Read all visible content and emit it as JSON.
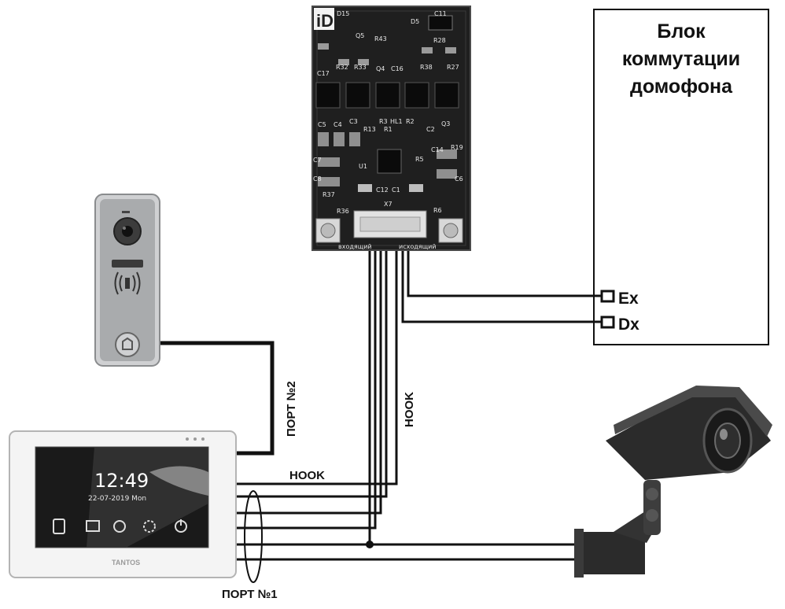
{
  "switch_block": {
    "title_lines": [
      "Блок",
      "коммутации",
      "домофона"
    ],
    "terminals": [
      "Ex",
      "Dx"
    ]
  },
  "module": {
    "logo": "iD",
    "connector": "X7",
    "port_labels": [
      "входящий",
      "исходящий"
    ],
    "component_labels": [
      "D15",
      "D5",
      "C11",
      "Q5",
      "R43",
      "R28",
      "R32",
      "R33",
      "Q4",
      "R38",
      "R27",
      "C17",
      "C16",
      "C5",
      "C4",
      "C3",
      "R3",
      "HL1",
      "R2",
      "R13",
      "R1",
      "C2",
      "Q3",
      "R19",
      "C14",
      "C7",
      "R5",
      "C8",
      "U1",
      "C6",
      "C12",
      "C1",
      "R37",
      "R36",
      "R6"
    ]
  },
  "wiring": {
    "port2": "ПОРТ №2",
    "hook_vertical": "HOOK",
    "hook_horizontal": "HOOK",
    "port1": "ПОРТ №1"
  },
  "monitor_screen": {
    "time": "12:49",
    "date": "22-07-2019  Mon",
    "brand": "TANTOS"
  },
  "colors": {
    "wire": "#111111",
    "pcb": "#1f1f1f",
    "doorbell_panel": "#a9abad",
    "monitor_frame": "#f4f4f4",
    "camera_body": "#2b2b2b"
  }
}
